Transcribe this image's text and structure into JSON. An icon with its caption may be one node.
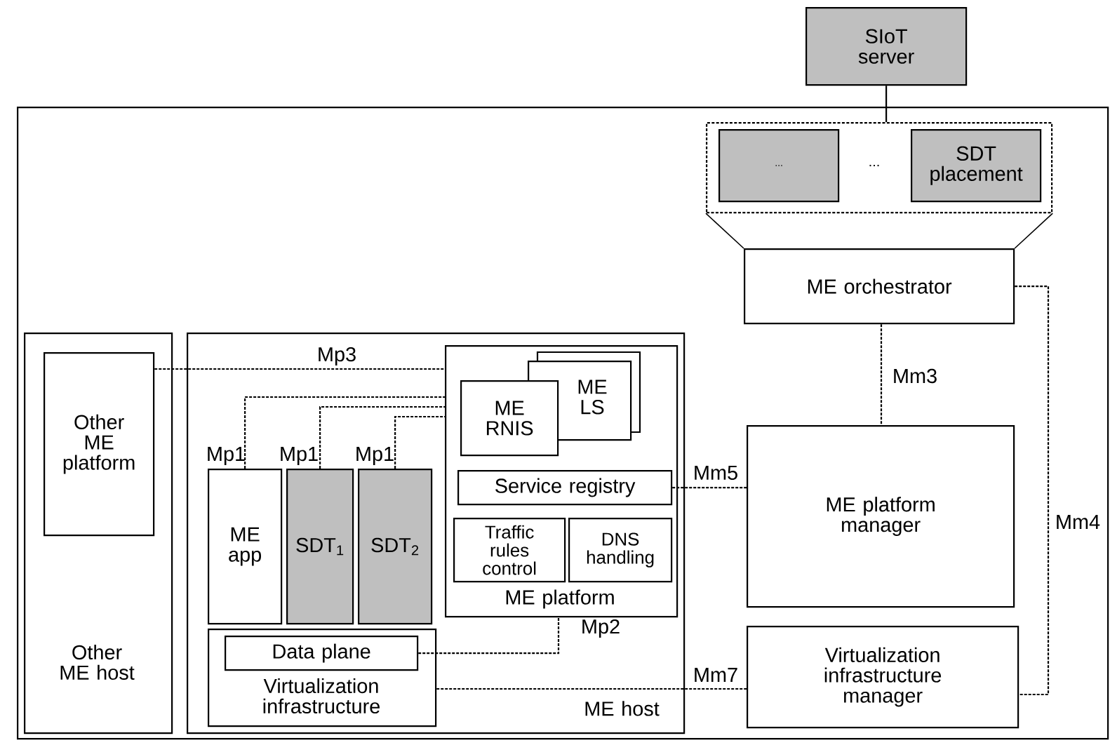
{
  "diagram": {
    "nodes": [
      {
        "text": [
          "SIoT server"
        ]
      },
      {
        "text": [],
        "shape": "box"
      },
      {
        "text": [],
        "shape": "box",
        "in": 1
      },
      {
        "text": [
          "..."
        ],
        "in": 2
      },
      {
        "text": [
          "SDT placement"
        ],
        "in": 2
      },
      {
        "text": [
          "ME orchestrator"
        ],
        "in": 1
      },
      {
        "text": [
          "Other ME host"
        ],
        "in": 1
      },
      {
        "text": [
          "Other ME platform"
        ],
        "in": 6
      },
      {
        "text": [
          "ME host"
        ],
        "in": 1
      },
      {
        "text": [
          "ME platform"
        ],
        "in": 8
      },
      {
        "text": [
          "ME LS"
        ],
        "in": 9
      },
      {
        "text": [
          "ME RNIS"
        ],
        "in": 9
      },
      {
        "text": [
          "Service  registry"
        ],
        "in": 9
      },
      {
        "text": [
          "Traffic rules control"
        ],
        "in": 9
      },
      {
        "text": [
          "DNS handling"
        ],
        "in": 9
      },
      {
        "text": [
          "ME app"
        ],
        "in": 8
      },
      {
        "text": [
          "SDT$_{1}$"
        ],
        "in": 8
      },
      {
        "text": [
          "SDT$_{2}$"
        ],
        "in": 8
      },
      {
        "text": [
          "Virtualization infrastructure"
        ],
        "in": 8
      },
      {
        "text": [
          "Data plane"
        ],
        "in": 18
      },
      {
        "text": [
          "ME platform manager"
        ],
        "in": 1
      },
      {
        "text": [
          "Virtualization infrastructure manager"
        ],
        "in": 1
      }
    ],
    "edges": [
      {
        "from": 0,
        "to": 2,
        "arrow": "none"
      },
      {
        "from": 2,
        "to": 5,
        "arrow": "none"
      },
      {
        "from": 2,
        "to": 5,
        "arrow": "none"
      },
      {
        "from": 7,
        "to": 9,
        "arrow": "none",
        "label": "Mp3",
        "style": "dashed"
      },
      {
        "from": 15,
        "to": 9,
        "arrow": "none",
        "label": "Mp1",
        "style": "dashed"
      },
      {
        "from": 16,
        "to": 9,
        "arrow": "none",
        "label": "Mp1",
        "style": "dashed"
      },
      {
        "from": 17,
        "to": 9,
        "arrow": "none",
        "label": "Mp1",
        "style": "dashed"
      },
      {
        "from": 19,
        "to": 9,
        "arrow": "none",
        "label": "Mp2",
        "style": "dashed"
      },
      {
        "from": 12,
        "to": 20,
        "arrow": "none",
        "label": "Mm5",
        "style": "dashed"
      },
      {
        "from": 5,
        "to": 20,
        "arrow": "none",
        "label": "Mm3",
        "style": "dashed"
      },
      {
        "from": 5,
        "to": 21,
        "arrow": "none",
        "label": "Mm4",
        "style": "dashed"
      },
      {
        "from": 18,
        "to": 21,
        "arrow": "none",
        "label": "Mm7",
        "style": "dashed"
      }
    ],
    "labels": [
      "..."
    ]
  }
}
